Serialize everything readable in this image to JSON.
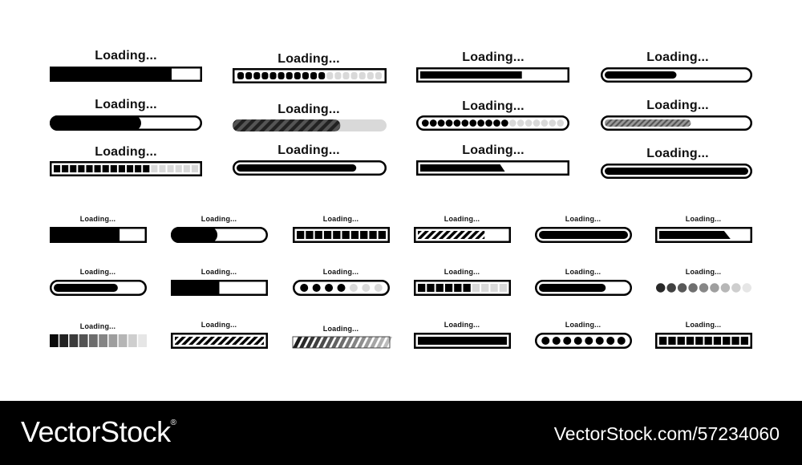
{
  "label": "Loading...",
  "colors": {
    "ink": "#000000",
    "light": "#d9d9d9",
    "mid": "#7a7a7a",
    "stripe": "#555555",
    "footer": "#000000",
    "footer_text": "#ffffff"
  },
  "large_bars": [
    {
      "name": "bar-rect-solid",
      "style": "rect",
      "progress": 0.8
    },
    {
      "name": "bar-rect-dots",
      "style": "rect-dots",
      "progress": 0.6,
      "segments": 18
    },
    {
      "name": "bar-rect-inset",
      "style": "rect-inset",
      "progress": 0.7
    },
    {
      "name": "bar-pill-inset",
      "style": "pill-inset",
      "progress": 0.5
    },
    {
      "name": "bar-pill-solid",
      "style": "pill",
      "progress": 0.6
    },
    {
      "name": "bar-striped-gray",
      "style": "striped",
      "progress": 0.7
    },
    {
      "name": "bar-pill-dots",
      "style": "pill-dots",
      "progress": 0.6,
      "segments": 18
    },
    {
      "name": "bar-pill-striped",
      "style": "pill-striped",
      "progress": 0.6
    },
    {
      "name": "bar-rect-segments",
      "style": "rect-segments",
      "progress": 0.65,
      "segments": 18
    },
    {
      "name": "bar-pill-inset-angled",
      "style": "pill-inset",
      "progress": 0.82
    },
    {
      "name": "bar-rect-inset-angled",
      "style": "rect-angled",
      "progress": 0.55
    },
    {
      "name": "bar-pill-inset-full",
      "style": "pill-inset",
      "progress": 1.0
    }
  ],
  "small_bars": [
    {
      "name": "sbar-rect",
      "style": "rect",
      "progress": 0.72
    },
    {
      "name": "sbar-pill",
      "style": "pill",
      "progress": 0.48
    },
    {
      "name": "sbar-segments",
      "style": "rect-segments",
      "progress": 1.0,
      "segments": 10
    },
    {
      "name": "sbar-striped",
      "style": "rect-striped",
      "progress": 0.75
    },
    {
      "name": "sbar-pill-inset",
      "style": "pill-inset",
      "progress": 1.0
    },
    {
      "name": "sbar-rect-angled",
      "style": "rect-angled-solid",
      "progress": 0.8
    },
    {
      "name": "sbar-pill-inset-2",
      "style": "pill-inset",
      "progress": 0.72
    },
    {
      "name": "sbar-rect-half",
      "style": "rect",
      "progress": 0.5
    },
    {
      "name": "sbar-pill-dots",
      "style": "pill-dots",
      "progress": 0.5,
      "segments": 7
    },
    {
      "name": "sbar-rect-segments-2",
      "style": "rect-segments",
      "progress": 0.55,
      "segments": 10
    },
    {
      "name": "sbar-pill-angled",
      "style": "pill-inset",
      "progress": 0.75
    },
    {
      "name": "sbar-dots-fade",
      "style": "dots-fade",
      "segments": 9
    },
    {
      "name": "sbar-squares-fade",
      "style": "squares-fade",
      "segments": 10
    },
    {
      "name": "sbar-rect-striped-full",
      "style": "rect-striped",
      "progress": 1.0
    },
    {
      "name": "sbar-striped-fade",
      "style": "striped-fade",
      "progress": 1.0
    },
    {
      "name": "sbar-rect-inset-full",
      "style": "rect-inset",
      "progress": 1.0
    },
    {
      "name": "sbar-pill-dots-full",
      "style": "pill-dots",
      "progress": 1.0,
      "segments": 8
    },
    {
      "name": "sbar-segments-full",
      "style": "rect-segments",
      "progress": 1.0,
      "segments": 10
    }
  ],
  "footer": {
    "brand": "VectorStock",
    "brand_mark": "®",
    "image_id": "VectorStock.com/57234060"
  }
}
